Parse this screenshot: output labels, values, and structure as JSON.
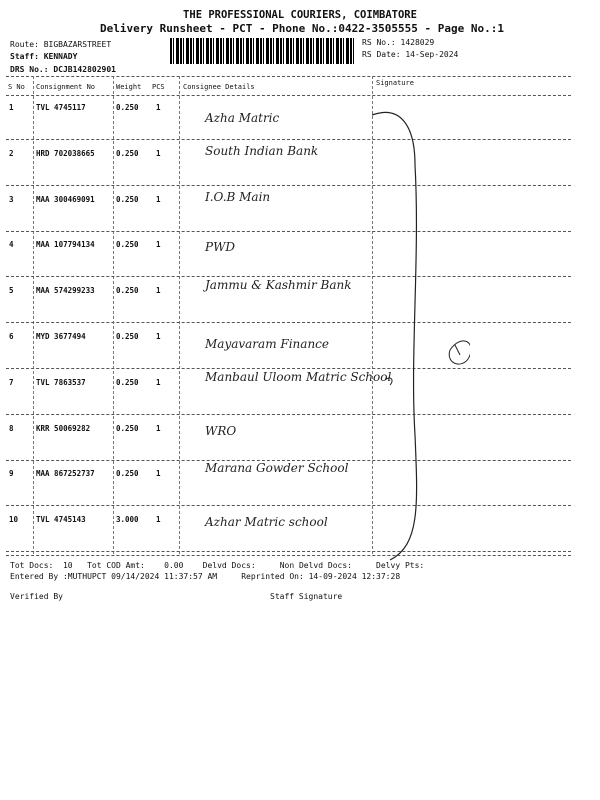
{
  "header": {
    "company": "THE PROFESSIONAL COURIERS, COIMBATORE",
    "subtitle": "Delivery Runsheet - PCT - Phone No.:0422-3505555 - Page No.:1",
    "route": "Route: BIGBAZARSTREET",
    "staff": "Staff: KENNADY",
    "drs": "DRS No.: DCJB142802901",
    "rs_no": "RS No.: 1428029",
    "rs_date": "RS Date: 14-Sep-2024"
  },
  "columns": [
    "S No",
    "Consignment No",
    "Weight",
    "PCS",
    "Consignee Details",
    "Signature"
  ],
  "rows": [
    {
      "sno": "1",
      "cons": "TVL 4745117",
      "weight": "0.250",
      "pcs": "1",
      "consignee": "Azha Matric"
    },
    {
      "sno": "2",
      "cons": "HRD 702038665",
      "weight": "0.250",
      "pcs": "1",
      "consignee": "South Indian Bank"
    },
    {
      "sno": "3",
      "cons": "MAA 300469091",
      "weight": "0.250",
      "pcs": "1",
      "consignee": "I.O.B Main"
    },
    {
      "sno": "4",
      "cons": "MAA 107794134",
      "weight": "0.250",
      "pcs": "1",
      "consignee": "PWD"
    },
    {
      "sno": "5",
      "cons": "MAA 574299233",
      "weight": "0.250",
      "pcs": "1",
      "consignee": "Jammu & Kashmir Bank"
    },
    {
      "sno": "6",
      "cons": "MYD 3677494",
      "weight": "0.250",
      "pcs": "1",
      "consignee": "Mayavaram Finance"
    },
    {
      "sno": "7",
      "cons": "TVL 7863537",
      "weight": "0.250",
      "pcs": "1",
      "consignee": "Manbaul Uloom Matric School"
    },
    {
      "sno": "8",
      "cons": "KRR 50069282",
      "weight": "0.250",
      "pcs": "1",
      "consignee": "WRO"
    },
    {
      "sno": "9",
      "cons": "MAA 867252737",
      "weight": "0.250",
      "pcs": "1",
      "consignee": "Marana Gowder School"
    },
    {
      "sno": "10",
      "cons": "TVL 4745143",
      "weight": "3.000",
      "pcs": "1",
      "consignee": "Azhar Matric school"
    }
  ],
  "footer": {
    "line1": "Tot Docs:  10   Tot COD Amt:    0.00    Delvd Docs:     Non Delvd Docs:     Delvy Pts:",
    "line2": "Entered By :MUTHUPCT 09/14/2024 11:37:57 AM     Reprinted On: 14-09-2024 12:37:28",
    "verified": "Verified By",
    "staff_sig": "Staff Signature"
  }
}
